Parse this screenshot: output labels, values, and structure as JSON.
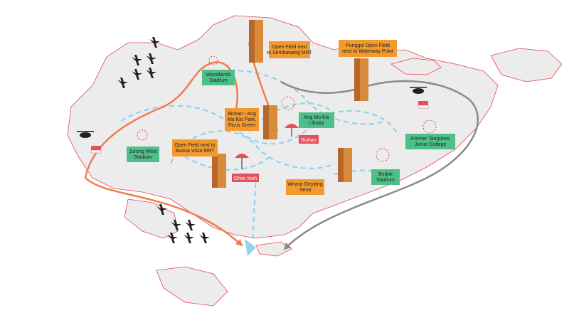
{
  "colors": {
    "land": "#ececec",
    "coast": "#e8474f",
    "orange_route": "#f07d4f",
    "blue_route": "#8fd3ec",
    "grey_route": "#8a8a8a",
    "orange_label": "#f39a2f",
    "green_label": "#4fbf8a",
    "red_label": "#e6505a",
    "building": "#d98a3a",
    "firework": "#e8474f"
  },
  "labels": {
    "sembawang": [
      "Open Field next",
      "to Sembawang MRT"
    ],
    "punggol": [
      "Punggol Open Field",
      "next to Waterway Point"
    ],
    "woodlands": [
      "Woodlands",
      "Stadium"
    ],
    "bishan_park": [
      "Bishan - Ang",
      "Mo Kio Park,",
      "Ficus Green"
    ],
    "amk_library": [
      "Ang Mo Kio",
      "Library"
    ],
    "bishan": [
      "Bishan"
    ],
    "buona_vista": [
      "Open Field next to",
      "Buona Vista MRT"
    ],
    "jurong_west": [
      "Jurong West",
      "Stadium"
    ],
    "ghim_moh": [
      "Ghim Moh"
    ],
    "wisma_geylang": [
      "Wisma Geylang",
      "Serai"
    ],
    "bedok": [
      "Bedok",
      "Stadium"
    ],
    "tampines": [
      "Former Tampines",
      "Junior College"
    ]
  },
  "icons": {
    "jet": "fighter-jet-icon",
    "helicopter": "helicopter-icon",
    "parachutist": "parachutist-icon",
    "building": "hdb-block-icon",
    "firework": "firework-icon",
    "flag": "flag-icon"
  }
}
